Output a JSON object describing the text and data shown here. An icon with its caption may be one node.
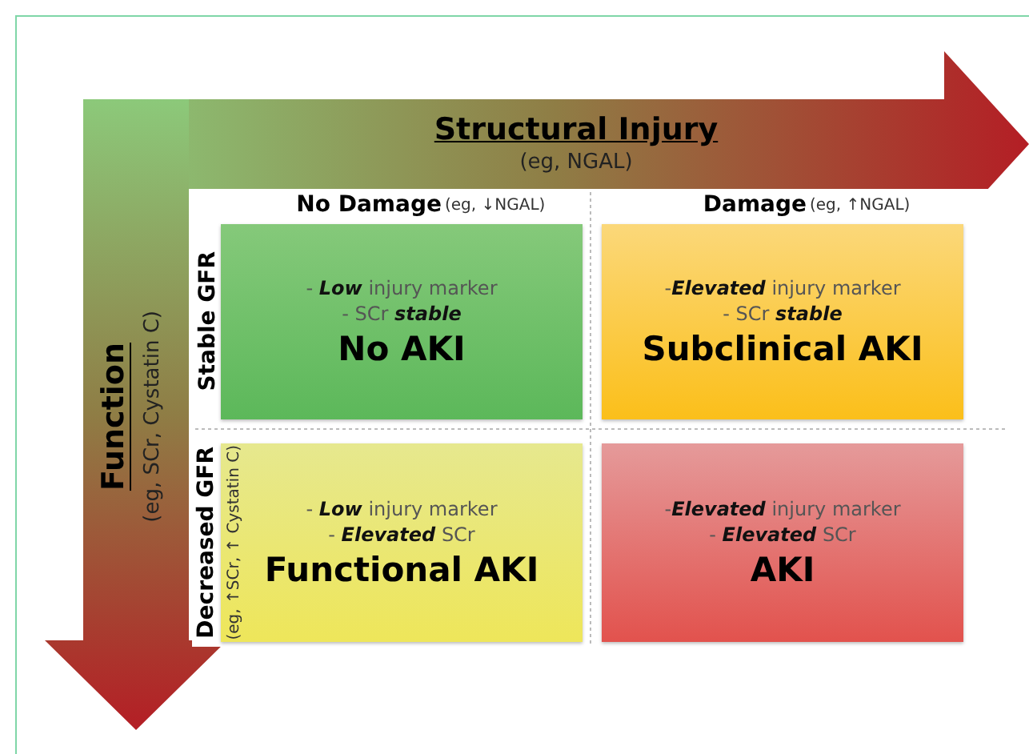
{
  "diagram": {
    "nodes": [
      {
        "text": [
          "- **Low** injury marker",
          "- SCr **stable**",
          "No AKI"
        ]
      },
      {
        "text": [
          "-**Elevated** injury marker",
          "- SCr **stable**",
          "Subclinical AKI"
        ]
      },
      {
        "text": [
          "- **Low** injury marker",
          "- **Elevated** SCr",
          "Functional AKI"
        ]
      },
      {
        "text": [
          "-**Elevated** injury marker",
          "- **Elevated** SCr",
          "AKI"
        ]
      }
    ],
    "labels": [
      "Structural Injury",
      "(eg, NGAL)",
      "No Damage",
      "(eg, ↓NGAL)",
      "Damage",
      "(eg, ↑NGAL)",
      "Function",
      "(eg, SCr, Cystatin C)",
      "Stable GFR",
      "Decreased GFR",
      "(eg, ↑SCr, ↑ Cystatin C)"
    ]
  }
}
